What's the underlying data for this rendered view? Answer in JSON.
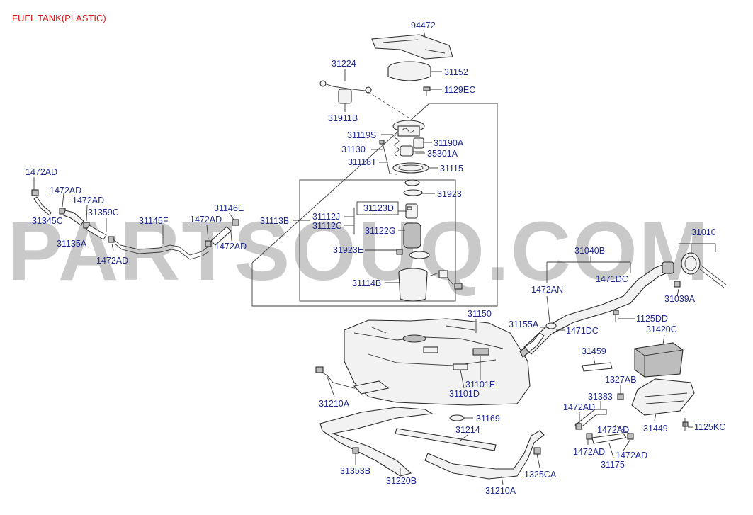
{
  "title": "FUEL TANK(PLASTIC)",
  "watermark": "PARTSOUQ.COM",
  "colors": {
    "title": "#d21a1a",
    "labels": "#1f2a8c",
    "watermark": "#c9c9c9"
  },
  "labels": {
    "p94472": "94472",
    "p31152": "31152",
    "p1129EC": "1129EC",
    "p31224": "31224",
    "p31911B": "31911B",
    "p31119S": "31119S",
    "p31190A": "31190A",
    "p31130": "31130",
    "p35301A": "35301A",
    "p31118T": "31118T",
    "p31115": "31115",
    "p31923": "31923",
    "p31113B": "31113B",
    "p31112J": "31112J",
    "p31112C": "31112C",
    "p31123D": "31123D",
    "p31122G": "31122G",
    "p31923E": "31923E",
    "p31114B": "31114B",
    "p1472AD_a": "1472AD",
    "p1472AD_b": "1472AD",
    "p1472AD_c": "1472AD",
    "p31345C": "31345C",
    "p31135A": "31135A",
    "p31359C": "31359C",
    "p1472AD_d": "1472AD",
    "p31145F": "31145F",
    "p1472AD_e": "1472AD",
    "p31146E": "31146E",
    "p1472AD_f": "1472AD",
    "p31010": "31010",
    "p31040B": "31040B",
    "p1471DC_a": "1471DC",
    "p1472AN": "1472AN",
    "p31039A": "31039A",
    "p1125DD": "1125DD",
    "p31155A": "31155A",
    "p1471DC_b": "1471DC",
    "p31420C": "31420C",
    "p31150": "31150",
    "p31459": "31459",
    "p1327AB": "1327AB",
    "p31101E": "31101E",
    "p31101D": "31101D",
    "p31210A_a": "31210A",
    "p31383": "31383",
    "p1472AD_g": "1472AD",
    "p31169": "31169",
    "p31214": "31214",
    "p1472AD_h": "1472AD",
    "p31449": "31449",
    "p1125KC": "1125KC",
    "p1472AD_i": "1472AD",
    "p1472AD_j": "1472AD",
    "p31175": "31175",
    "p31353B": "31353B",
    "p31220B": "31220B",
    "p1325CA": "1325CA",
    "p31210A_b": "31210A"
  }
}
